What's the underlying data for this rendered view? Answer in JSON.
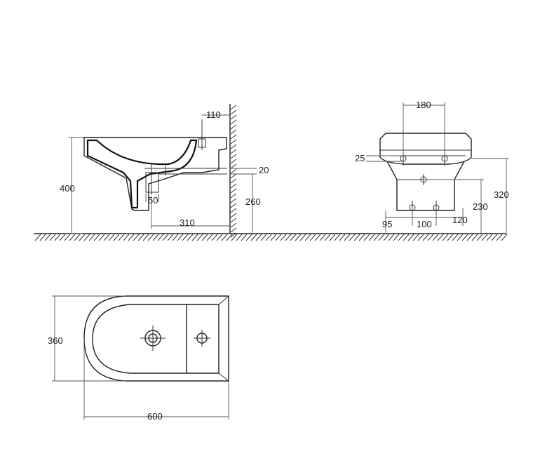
{
  "diagram": {
    "side_view": {
      "dimensions": {
        "height_total": "400",
        "drain_offset": "50",
        "drain_from_wall": "310",
        "tap_hole_from_wall": "110",
        "inlet_drop": "20",
        "inlet_height": "260"
      }
    },
    "front_view": {
      "dimensions": {
        "bolt_spacing_top": "180",
        "top_offset": "25",
        "height_total": "320",
        "inlet_height": "230",
        "left_offset": "95",
        "bolt_spacing_bottom": "100",
        "right_offset": "120"
      }
    },
    "plan_view": {
      "dimensions": {
        "width": "360",
        "length": "600"
      }
    }
  }
}
